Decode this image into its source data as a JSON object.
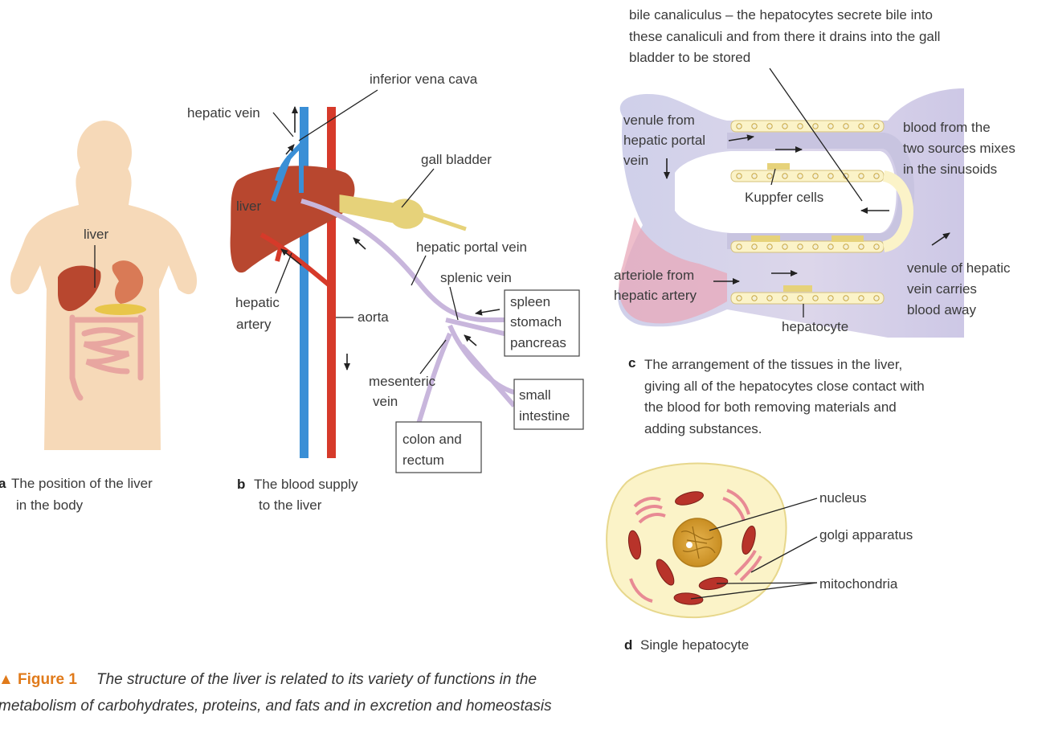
{
  "panel_a": {
    "label_liver": "liver",
    "caption_letter": "a",
    "caption_line1": "The position of the liver",
    "caption_line2": "in the body"
  },
  "panel_b": {
    "label_inferior_vena_cava": "inferior vena cava",
    "label_hepatic_vein": "hepatic vein",
    "label_gall_bladder": "gall bladder",
    "label_liver": "liver",
    "label_hepatic_portal_vein": "hepatic portal vein",
    "label_splenic_vein": "splenic vein",
    "label_hepatic_artery_1": "hepatic",
    "label_hepatic_artery_2": "artery",
    "label_aorta": "aorta",
    "label_mesenteric_1": "mesenteric",
    "label_mesenteric_2": "vein",
    "box_spleen": [
      "spleen",
      "stomach",
      "pancreas"
    ],
    "box_small_intestine": [
      "small",
      "intestine"
    ],
    "box_colon": [
      "colon and",
      "rectum"
    ],
    "caption_letter": "b",
    "caption_line1": "The blood supply",
    "caption_line2": "to the liver"
  },
  "panel_c": {
    "bile_lines": [
      "bile canaliculus – the hepatocytes secrete bile into",
      "these canaliculi and from there it drains into the gall",
      "bladder to be stored"
    ],
    "venule_portal": [
      "venule from",
      "hepatic portal",
      "vein"
    ],
    "blood_mixes": [
      "blood from the",
      "two sources mixes",
      "in the sinusoids"
    ],
    "kuppfer": "Kuppfer cells",
    "arteriole": [
      "arteriole from",
      "hepatic artery"
    ],
    "venule_hepatic": [
      "venule of hepatic",
      "vein carries",
      "blood away"
    ],
    "hepatocyte": "hepatocyte",
    "caption_letter": "c",
    "caption_lines": [
      "The arrangement of the tissues in the liver,",
      "giving all of the hepatocytes close contact with",
      "the blood for both removing materials and",
      "adding substances."
    ]
  },
  "panel_d": {
    "nucleus": "nucleus",
    "golgi": "golgi apparatus",
    "mitochondria": "mitochondria",
    "caption_letter": "d",
    "caption": "Single hepatocyte"
  },
  "figure_caption": {
    "marker": "▲",
    "title": "Figure 1",
    "line1": "The structure of the liver is related to its variety of functions in the",
    "line2": "metabolism of carbohydrates, proteins, and fats and in excretion and homeostasis"
  },
  "colors": {
    "vein_blue": "#3a8fd6",
    "artery_red": "#d63a2a",
    "portal_purple": "#c8b6dc",
    "liver_brown": "#b8472f",
    "gall_yellow": "#e6d27a",
    "accent_orange": "#e07a1a"
  }
}
